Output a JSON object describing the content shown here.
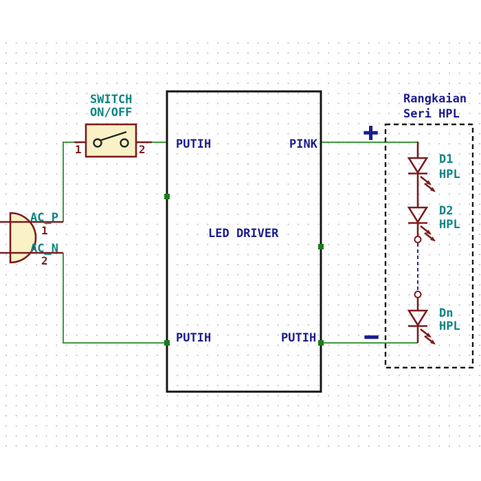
{
  "colors": {
    "wire": "#3f9b3f",
    "junction_green": "#1e7a1e",
    "component": "#7d1d1d",
    "fill_cream": "#faf2c6",
    "text_navy": "#1c1c8f",
    "text_teal": "#0e8484",
    "outline_black": "#161616",
    "dashed_navy": "#2b2b8a",
    "grid_dot": "#c4c4c4"
  },
  "plug": {
    "pin1_name": "AC_P",
    "pin1_number": "1",
    "pin2_name": "AC_N",
    "pin2_number": "2"
  },
  "switch": {
    "label_line1": "SWITCH",
    "label_line2": "ON/OFF",
    "pin1_number": "1",
    "pin2_number": "2"
  },
  "led_driver": {
    "name": "LED DRIVER",
    "pin_top_left": "PUTIH",
    "pin_top_right": "PINK",
    "pin_bottom_left": "PUTIH",
    "pin_bottom_right": "PUTIH"
  },
  "hpl_series": {
    "title_line1": "Rangkaian",
    "title_line2": "Seri HPL",
    "plus_sign": "+",
    "minus_sign": "−",
    "leds": [
      {
        "designator": "D1",
        "part": "HPL"
      },
      {
        "designator": "D2",
        "part": "HPL"
      },
      {
        "designator": "Dn",
        "part": "HPL"
      }
    ]
  }
}
